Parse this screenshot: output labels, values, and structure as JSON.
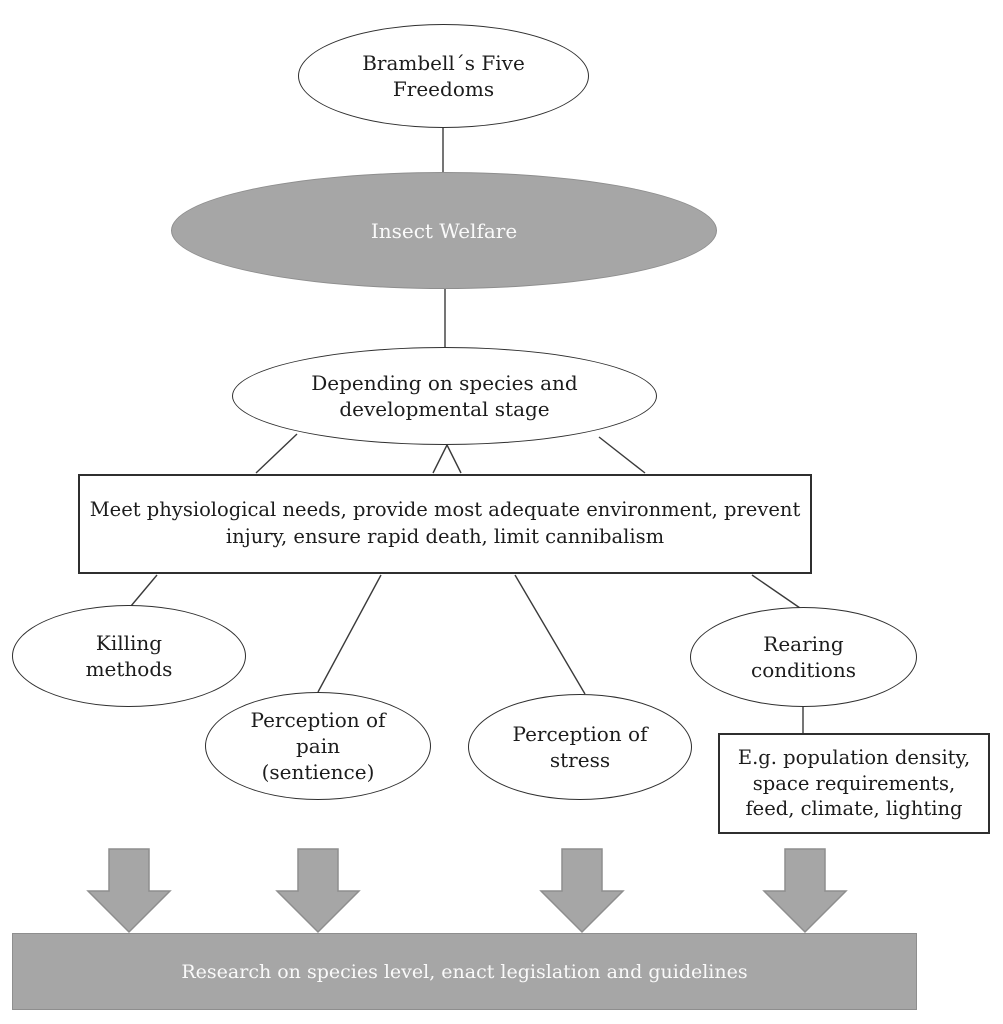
{
  "colors": {
    "gray_fill": "#a6a6a6",
    "gray_border": "#8e8e8e",
    "line_color": "#3a3a3a",
    "shape_border": "#2f2f2f",
    "text_color": "#1c1c1c",
    "light_text": "#fafafa"
  },
  "nodes": {
    "brambell": {
      "lines": [
        "Brambell´s Five",
        "Freedoms"
      ]
    },
    "insect_welfare": {
      "label": "Insect Welfare"
    },
    "depending": {
      "lines": [
        "Depending on species and",
        "developmental stage"
      ]
    },
    "needs": {
      "lines": [
        "Meet physiological needs, provide most adequate environment, prevent",
        "injury, ensure rapid death, limit cannibalism"
      ]
    },
    "killing_methods": {
      "lines": [
        "Killing",
        "methods"
      ]
    },
    "perception_pain": {
      "lines": [
        "Perception of",
        "pain",
        "(sentience)"
      ]
    },
    "perception_stress": {
      "lines": [
        "Perception of",
        "stress"
      ]
    },
    "rearing_conditions": {
      "lines": [
        "Rearing",
        "conditions"
      ]
    },
    "rearing_examples": {
      "lines": [
        "E.g. population density,",
        "space requirements,",
        "feed, climate, lighting"
      ]
    },
    "outcome_banner": {
      "label": "Research on species level, enact legislation and guidelines"
    }
  }
}
